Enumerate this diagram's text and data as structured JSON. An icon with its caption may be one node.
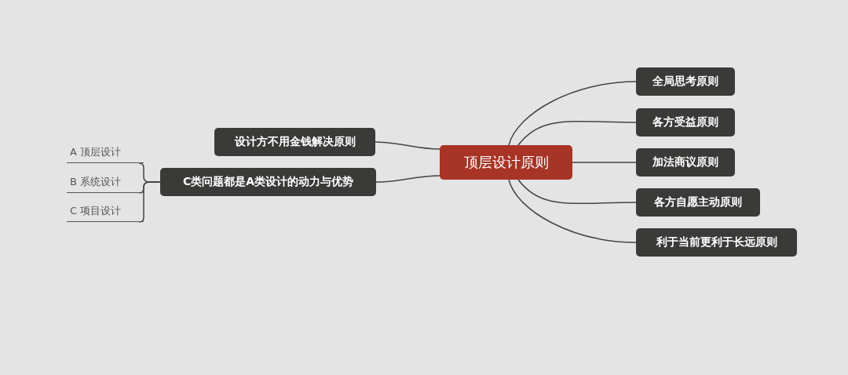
{
  "diagram": {
    "nodes": [
      {
        "text": [
          "顶层设计原则"
        ]
      },
      {
        "text": [
          "全局思考原则"
        ]
      },
      {
        "text": [
          "各方受益原则"
        ]
      },
      {
        "text": [
          "加法商议原则"
        ]
      },
      {
        "text": [
          "各方自愿主动原则"
        ]
      },
      {
        "text": [
          "利于当前更利于长远原则"
        ]
      },
      {
        "text": [
          "设计方不用金钱解决原则"
        ]
      },
      {
        "text": [
          "C类问题都是A类设计的动力与优势"
        ]
      },
      {
        "text": [
          "A 顶层设计"
        ]
      },
      {
        "text": [
          "B 系统设计"
        ]
      },
      {
        "text": [
          "C 项目设计"
        ]
      }
    ],
    "edges": [
      {
        "from": 0,
        "to": 1,
        "arrow": "none"
      },
      {
        "from": 0,
        "to": 2,
        "arrow": "none"
      },
      {
        "from": 0,
        "to": 3,
        "arrow": "none"
      },
      {
        "from": 0,
        "to": 4,
        "arrow": "none"
      },
      {
        "from": 0,
        "to": 5,
        "arrow": "none"
      },
      {
        "from": 0,
        "to": 6,
        "arrow": "none"
      },
      {
        "from": 0,
        "to": 7,
        "arrow": "none"
      },
      {
        "from": 7,
        "to": 8,
        "arrow": "none"
      },
      {
        "from": 7,
        "to": 9,
        "arrow": "none"
      },
      {
        "from": 7,
        "to": 10,
        "arrow": "none"
      }
    ]
  }
}
